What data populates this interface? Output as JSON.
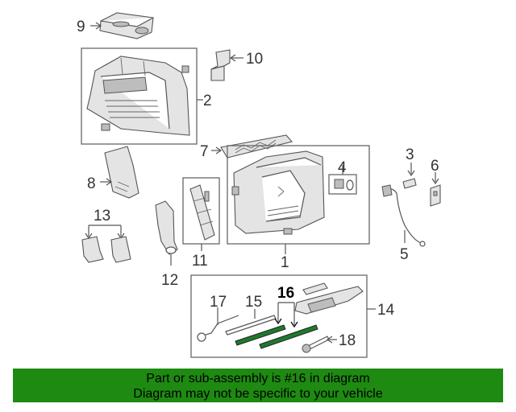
{
  "callouts": {
    "c1": "1",
    "c2": "2",
    "c3": "3",
    "c4": "4",
    "c5": "5",
    "c6": "6",
    "c7": "7",
    "c8": "8",
    "c9": "9",
    "c10": "10",
    "c11": "11",
    "c12": "12",
    "c13": "13",
    "c14": "14",
    "c15": "15",
    "c16": "16",
    "c17": "17",
    "c18": "18"
  },
  "highlight": {
    "part_number": "16",
    "color": "#1e7a2e"
  },
  "banner": {
    "line1": "Part or sub-assembly is #16 in diagram",
    "line2": "Diagram may not be specific to your vehicle",
    "color": "#1e8a12"
  }
}
